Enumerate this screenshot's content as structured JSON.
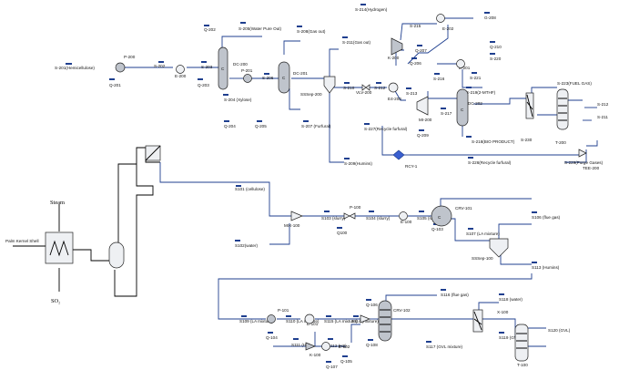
{
  "streams": {
    "s201": "S-201(Hemicellulose)",
    "q201": "Q-201",
    "p200": "P-200",
    "s202": "S-202",
    "q202": "Q-202",
    "e200": "E-200",
    "s203": "S-203",
    "q203": "Q-203",
    "s205": "S-205(Water Pure Out)",
    "dc200": "DC-200",
    "p201": "P-201",
    "s204": "S-204 (Xylose)",
    "s206": "S-206",
    "q204": "Q-204",
    "q205": "Q-205",
    "s208": "S-208(Gas out)",
    "dc201": "DC-201",
    "s207": "S-207 (Furfural)",
    "sssep200": "SSSep-200",
    "s209": "S-209(Humins)",
    "s211": "S-211(Gas out)",
    "s210": "S-210",
    "vlv200": "VLV-200",
    "s212": "S-212",
    "s214": "S-214(Hydrogen)",
    "g208": "G-208",
    "e202": "E-202",
    "s215": "S-215",
    "k200": "K-200",
    "q207": "Q-207",
    "q206": "Q-206",
    "q210": "Q-210",
    "s220": "S-220",
    "e201": "E-201",
    "s221": "S-221",
    "s216": "S-216",
    "s219": "S-219(2-MTHF)",
    "e4200": "E4-200",
    "s213": "S-213",
    "mi200": "MI-200",
    "s217": "S-217",
    "dc202": "DC-202",
    "s227": "S-227(Recycle furfural)",
    "q209": "Q-209",
    "s218": "S-218(BIO PRODUCT)",
    "rcy1": "RCY-1",
    "s226": "S-226(Recycle furfural)",
    "s229": "S-229(Purge Gases)",
    "tee200": "TEE-200",
    "s223": "S-223(FUEL GAS)",
    "s212b": "S-212",
    "s211b": "S-211",
    "s230": "S-230",
    "t200": "T-200",
    "steam": "Steam",
    "palm": "Palm Kernel Shell",
    "so2": "SO₂",
    "s101": "S101 (cellulose)",
    "s102": "S102(water)",
    "mix100": "MIX-100",
    "p100": "P-100",
    "q100": "Q100",
    "s103": "S103 (slurry)",
    "s104": "S104 (slurry)",
    "e100": "E-100",
    "s105": "S105 (slurry)",
    "q103": "Q-103",
    "crv101": "CRV-101",
    "s106": "S106 (flue gas)",
    "s107": "S107 (LA mixture)",
    "sssep100": "SSSep-100",
    "s113": "S113 (Humins)",
    "s109": "S109 (LA mixture)",
    "q104": "Q-104",
    "p101": "P-101",
    "s110": "S110 (LA mixture)",
    "e101": "E-101",
    "s111": "S111 (H2)",
    "k100": "K-100",
    "q107": "Q-107",
    "s112": "S112 (H2)",
    "e102": "E-102",
    "q105": "Q-105",
    "q106": "Q-106",
    "s115": "S115 (LA mixture)",
    "s114": "S114 (mixture)",
    "crv102": "CRV-102",
    "q108": "Q-108",
    "s116": "S116 (flue gas)",
    "s117": "S117 (GVL mixture)",
    "x100": "X-100",
    "s118": "S118 (water)",
    "s119": "S119 (GVL)",
    "s120": "S120 (GVL)",
    "t100": "T-100"
  }
}
